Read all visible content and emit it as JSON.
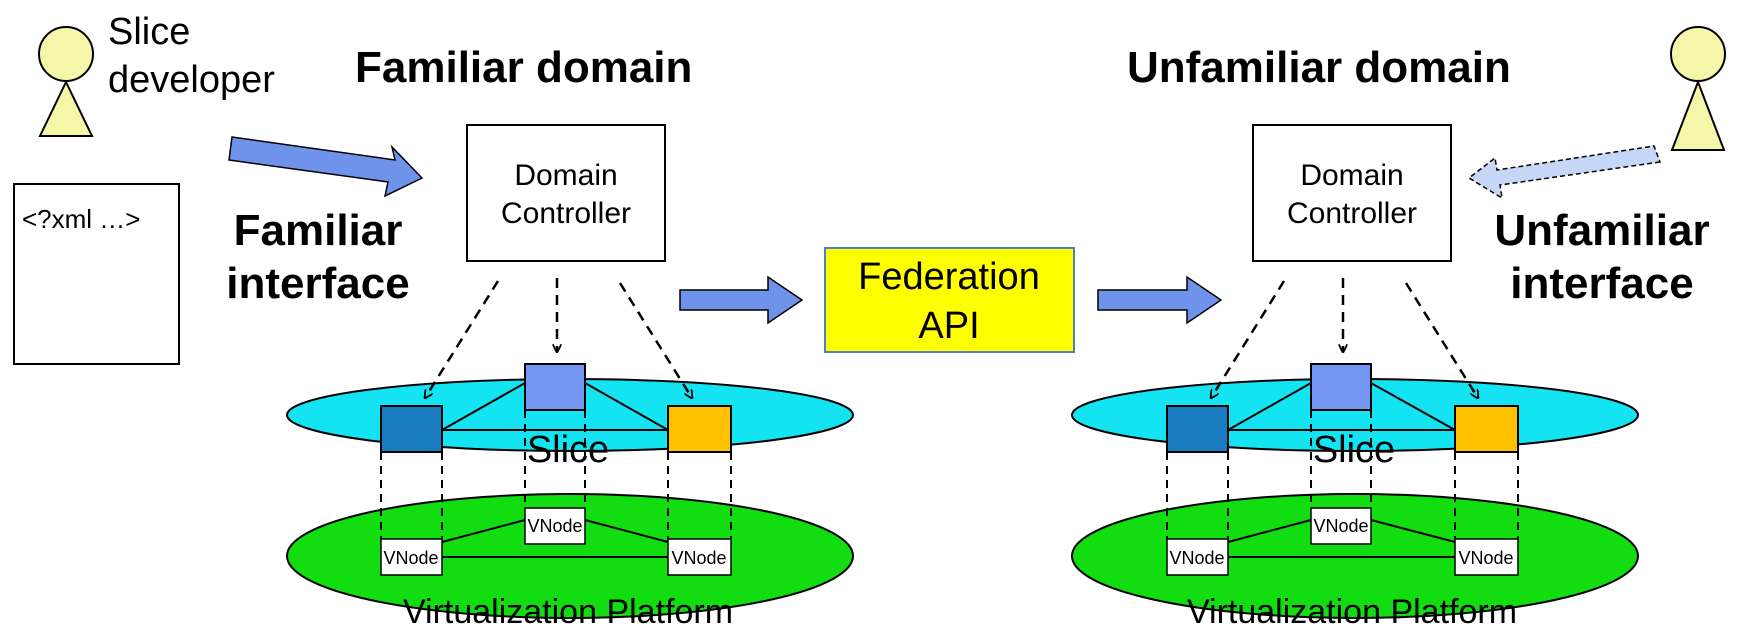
{
  "actors": {
    "left_label_line1": "Slice",
    "left_label_line2": "developer"
  },
  "xml_document": {
    "text": "<?xml …>"
  },
  "left_domain": {
    "title": "Familiar domain",
    "interface_line1": "Familiar",
    "interface_line2": "interface",
    "controller_line1": "Domain",
    "controller_line2": "Controller",
    "slice_label": "Slice",
    "platform_label": "Virtualization Platform",
    "vnode_label": "VNode"
  },
  "right_domain": {
    "title": "Unfamiliar domain",
    "interface_line1": "Unfamiliar",
    "interface_line2": "interface",
    "controller_line1": "Domain",
    "controller_line2": "Controller",
    "slice_label": "Slice",
    "platform_label": "Virtualization Platform",
    "vnode_label": "VNode"
  },
  "federation": {
    "line1": "Federation",
    "line2": "API"
  },
  "colors": {
    "actor_fill": "#f6f6a8",
    "arrow_blue": "#6f93ea",
    "arrow_light_blue": "#c6d6f7",
    "slice_fill": "#14e4f2",
    "platform_fill": "#11dd11",
    "federation_fill": "#ffff00",
    "node_dark_blue": "#1a7cc0",
    "node_periwinkle": "#7397f2",
    "node_orange": "#ffc000"
  }
}
